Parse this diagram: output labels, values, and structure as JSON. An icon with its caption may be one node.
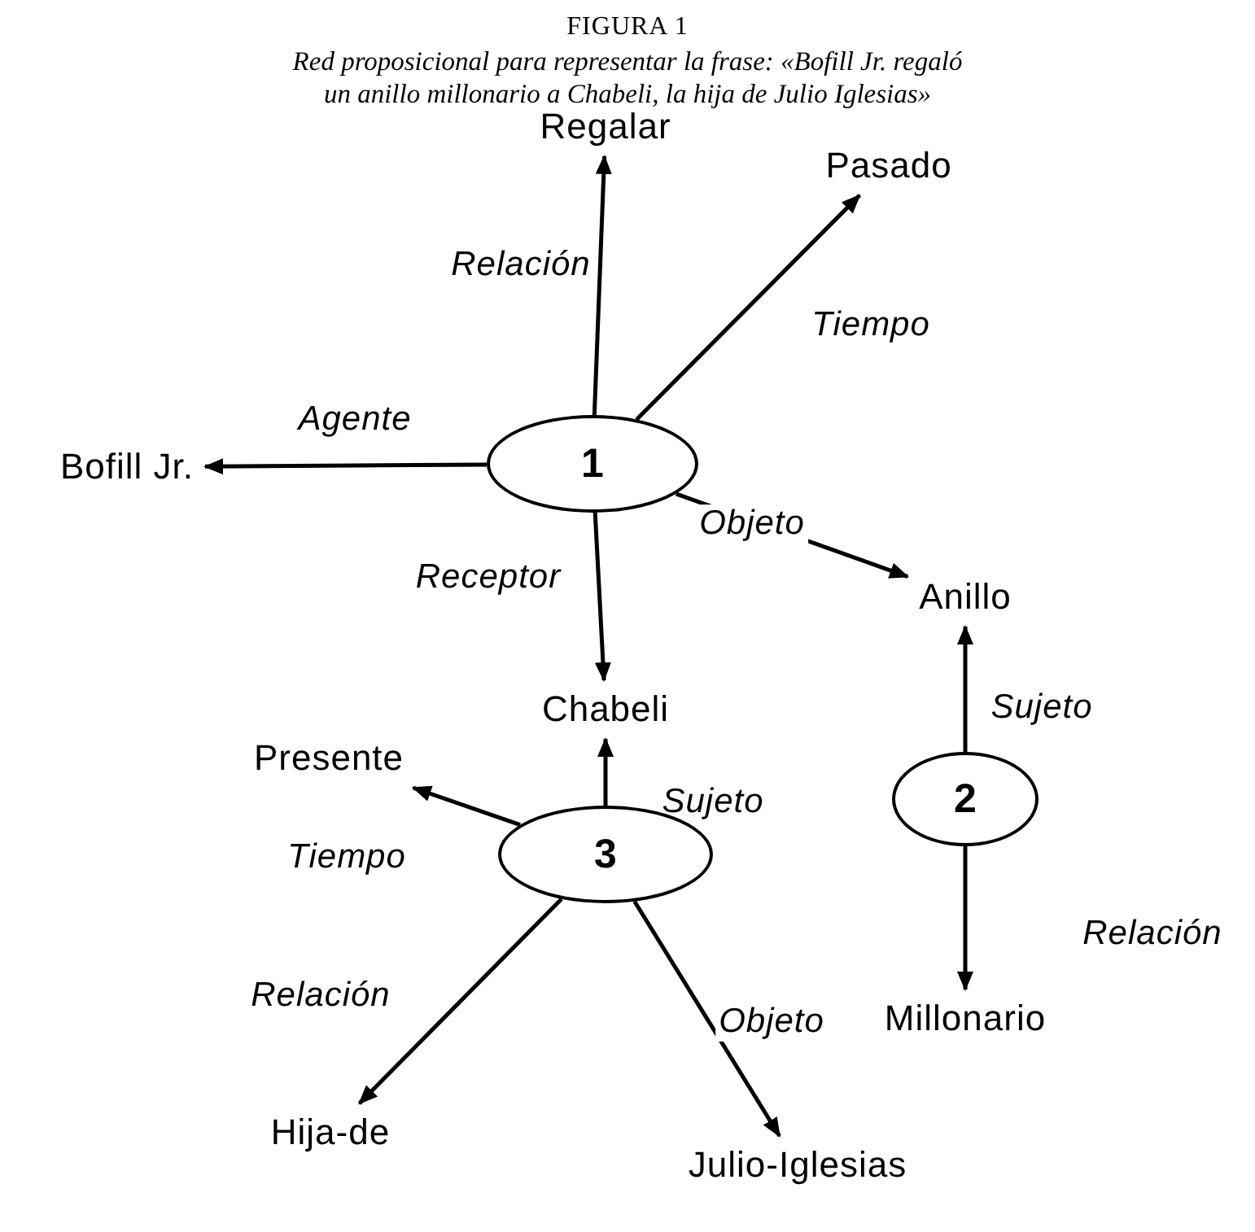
{
  "diagram": {
    "title": "FIGURA 1",
    "caption": "Red proposicional para representar la frase: «Bofill Jr. regaló un anillo millonario a Chabeli, la hija de Julio Iglesias»",
    "nodes": [
      {
        "text": [
          "Regalar"
        ]
      },
      {
        "text": [
          "Pasado"
        ]
      },
      {
        "text": [
          "Bofill Jr."
        ]
      },
      {
        "text": [
          "1"
        ]
      },
      {
        "text": [
          "Anillo"
        ]
      },
      {
        "text": [
          "Chabeli"
        ]
      },
      {
        "text": [
          "2"
        ]
      },
      {
        "text": [
          "Presente"
        ]
      },
      {
        "text": [
          "3"
        ]
      },
      {
        "text": [
          "Millonario"
        ]
      },
      {
        "text": [
          "Hija-de"
        ]
      },
      {
        "text": [
          "Julio-Iglesias"
        ]
      }
    ],
    "edges": [
      {
        "from": 3,
        "to": 0,
        "arrow": "to",
        "label": "Relación"
      },
      {
        "from": 3,
        "to": 1,
        "arrow": "to",
        "label": "Tiempo"
      },
      {
        "from": 3,
        "to": 2,
        "arrow": "to",
        "label": "Agente"
      },
      {
        "from": 3,
        "to": 4,
        "arrow": "to",
        "label": "Objeto"
      },
      {
        "from": 3,
        "to": 5,
        "arrow": "to",
        "label": "Receptor"
      },
      {
        "from": 6,
        "to": 4,
        "arrow": "to",
        "label": "Sujeto"
      },
      {
        "from": 6,
        "to": 9,
        "arrow": "to",
        "label": "Relación"
      },
      {
        "from": 8,
        "to": 5,
        "arrow": "to",
        "label": "Sujeto"
      },
      {
        "from": 8,
        "to": 7,
        "arrow": "to",
        "label": "Tiempo"
      },
      {
        "from": 8,
        "to": 10,
        "arrow": "to",
        "label": "Relación"
      },
      {
        "from": 8,
        "to": 11,
        "arrow": "to",
        "label": "Objeto"
      }
    ]
  }
}
